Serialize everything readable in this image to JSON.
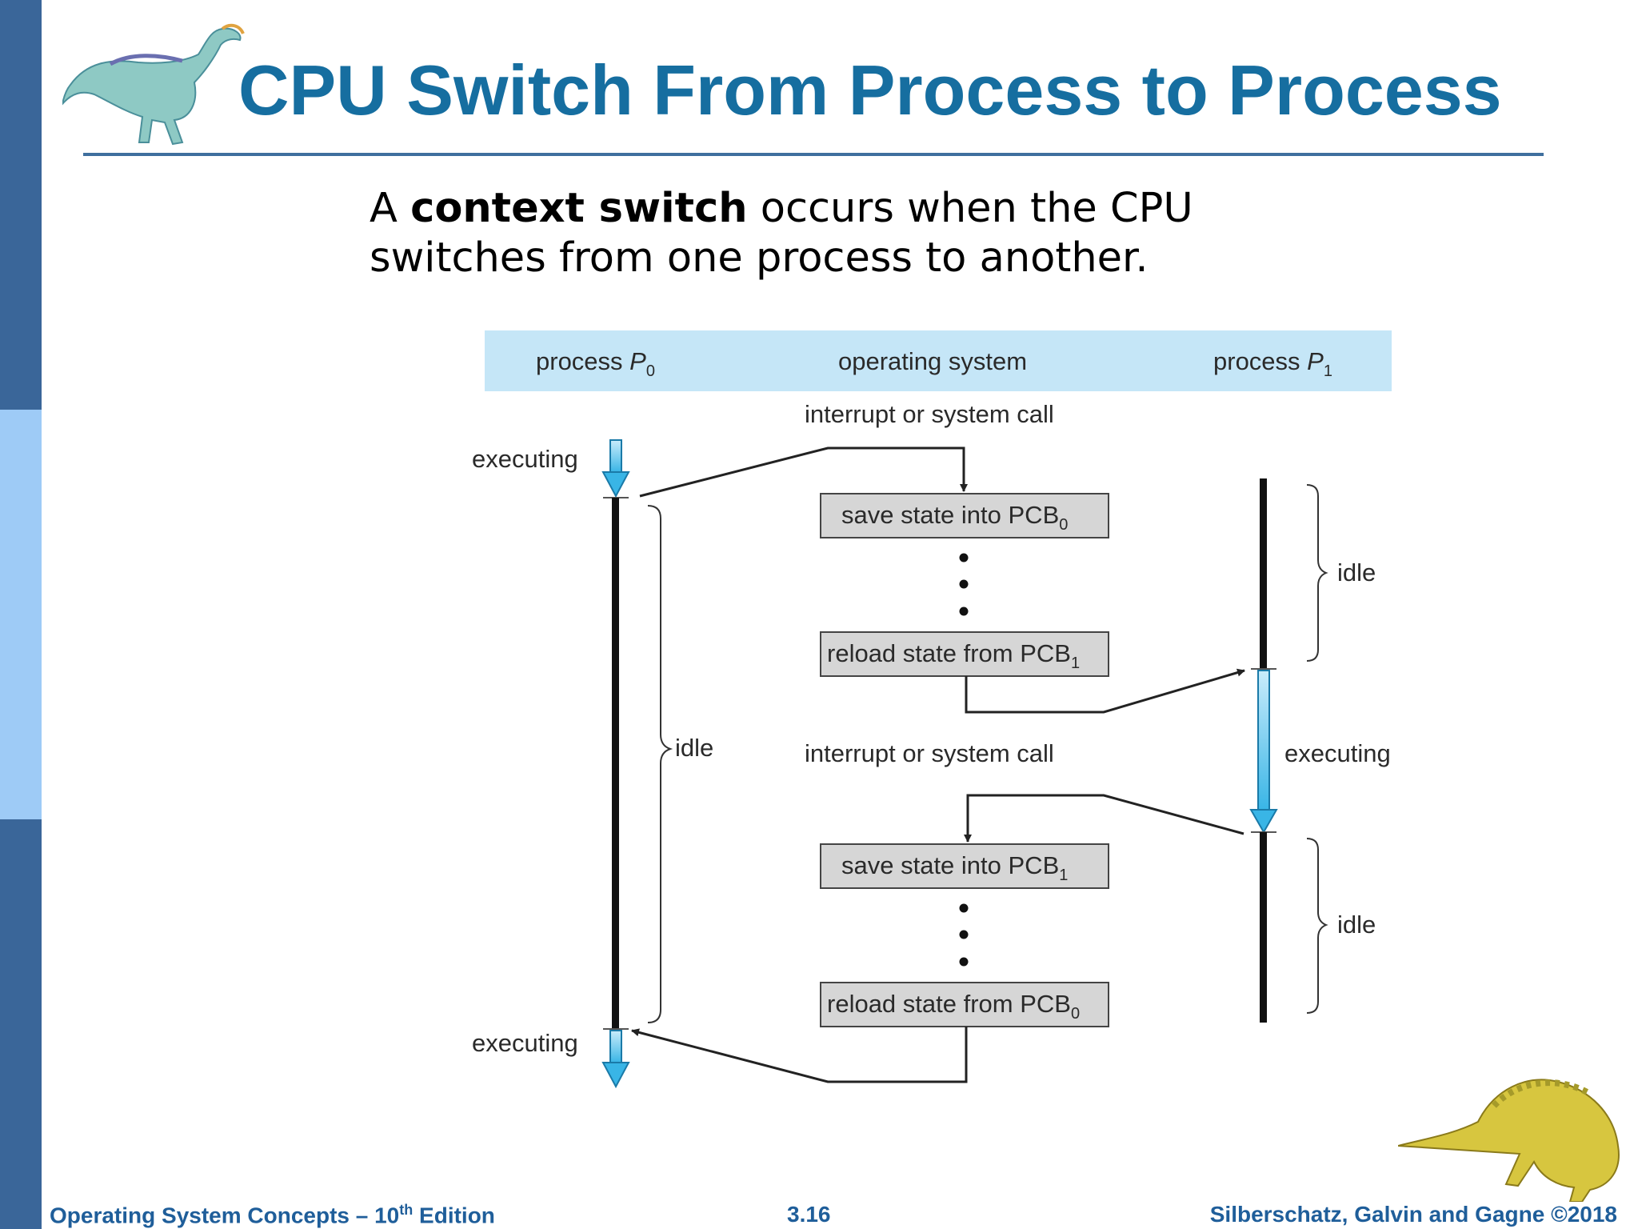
{
  "slide": {
    "title": "CPU Switch From Process to Process",
    "intro_pre": "A ",
    "intro_bold": "context switch",
    "intro_post": " occurs when the CPU switches from one process to another."
  },
  "diagram": {
    "header": {
      "p0_text": "process ",
      "p0_var": "P",
      "p0_sub": "0",
      "os": "operating system",
      "p1_text": "process ",
      "p1_var": "P",
      "p1_sub": "1"
    },
    "interrupt_1": "interrupt or system call",
    "interrupt_2": "interrupt or system call",
    "boxes": {
      "save_pcb0": {
        "text": "save state into PCB",
        "sub": "0"
      },
      "reload_pcb1": {
        "text": "reload state from PCB",
        "sub": "1"
      },
      "save_pcb1": {
        "text": "save state into PCB",
        "sub": "1"
      },
      "reload_pcb0": {
        "text": "reload state from PCB",
        "sub": "0"
      }
    },
    "labels": {
      "executing_top": "executing",
      "executing_bottom": "executing",
      "executing_p1": "executing",
      "idle_p0": "idle",
      "idle_p1_top": "idle",
      "idle_p1_bottom": "idle"
    },
    "colors": {
      "header_band": "#c5e6f7",
      "exec_arrow": "#39b5e6",
      "box_fill": "#d6d6d6"
    }
  },
  "footer": {
    "left_pre": "Operating System Concepts – 10",
    "left_sup": "th",
    "left_post": " Edition",
    "page": "3.16",
    "right": "Silberschatz, Galvin and Gagne ©2018"
  }
}
